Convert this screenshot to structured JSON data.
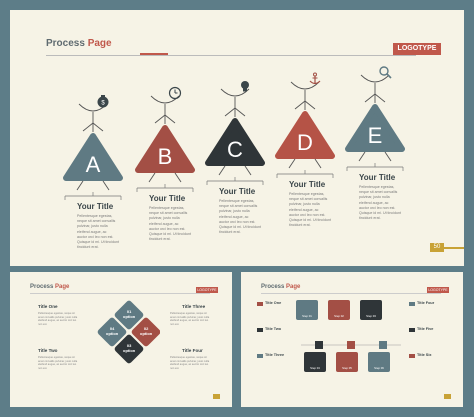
{
  "main": {
    "title_part1": "Process ",
    "title_part2": "Page",
    "logo": "LOGOTYPE",
    "page_number": "50",
    "steps": [
      {
        "letter": "A",
        "title": "Your Title",
        "icon": "money-bag-icon",
        "color": "#5f7a83"
      },
      {
        "letter": "B",
        "title": "Your Title",
        "icon": "clock-icon",
        "color": "#a34f45"
      },
      {
        "letter": "C",
        "title": "Your Title",
        "icon": "lightbulb-icon",
        "color": "#2f3538"
      },
      {
        "letter": "D",
        "title": "Your Title",
        "icon": "anchor-icon",
        "color": "#b55346"
      },
      {
        "letter": "E",
        "title": "Your Title",
        "icon": "magnifier-icon",
        "color": "#5f7a83"
      }
    ],
    "body_text": "Pellentesque egestas,\nneque sit amet convallis\npulvinar, justo nulla\neleifend augue, ac\nauctor orci leo non est.\nQuisque id mi. Ut tincidunt\ntincidunt erat."
  },
  "bottom_left": {
    "title_part1": "Process ",
    "title_part2": "Page",
    "logo": "LOGOTYPE",
    "labels": [
      "Title One",
      "Title Two",
      "Title Three",
      "Title Four"
    ],
    "options": [
      {
        "num": "01",
        "word": "option"
      },
      {
        "num": "02",
        "word": "option"
      },
      {
        "num": "03",
        "word": "option"
      },
      {
        "num": "04",
        "word": "option"
      }
    ],
    "body_text": "Pellentesque egestas, neque sit amet convallis pulvinar, justo nulla eleifend augue, ac auctor orci leo non est."
  },
  "bottom_right": {
    "title_part1": "Process ",
    "title_part2": "Page",
    "logo": "LOGOTYPE",
    "left_labels": [
      "Title One",
      "Title Two",
      "Title Three"
    ],
    "right_labels": [
      "Title Four",
      "Title Five",
      "Title Six"
    ],
    "cards": [
      {
        "label": "Step 01",
        "color": "#5f7a83"
      },
      {
        "label": "Step 02",
        "color": "#a34f45"
      },
      {
        "label": "Step 03",
        "color": "#2f3538"
      },
      {
        "label": "Step 04",
        "color": "#2f3538"
      },
      {
        "label": "Step 05",
        "color": "#a34f45"
      },
      {
        "label": "Step 06",
        "color": "#5f7a83"
      }
    ]
  }
}
